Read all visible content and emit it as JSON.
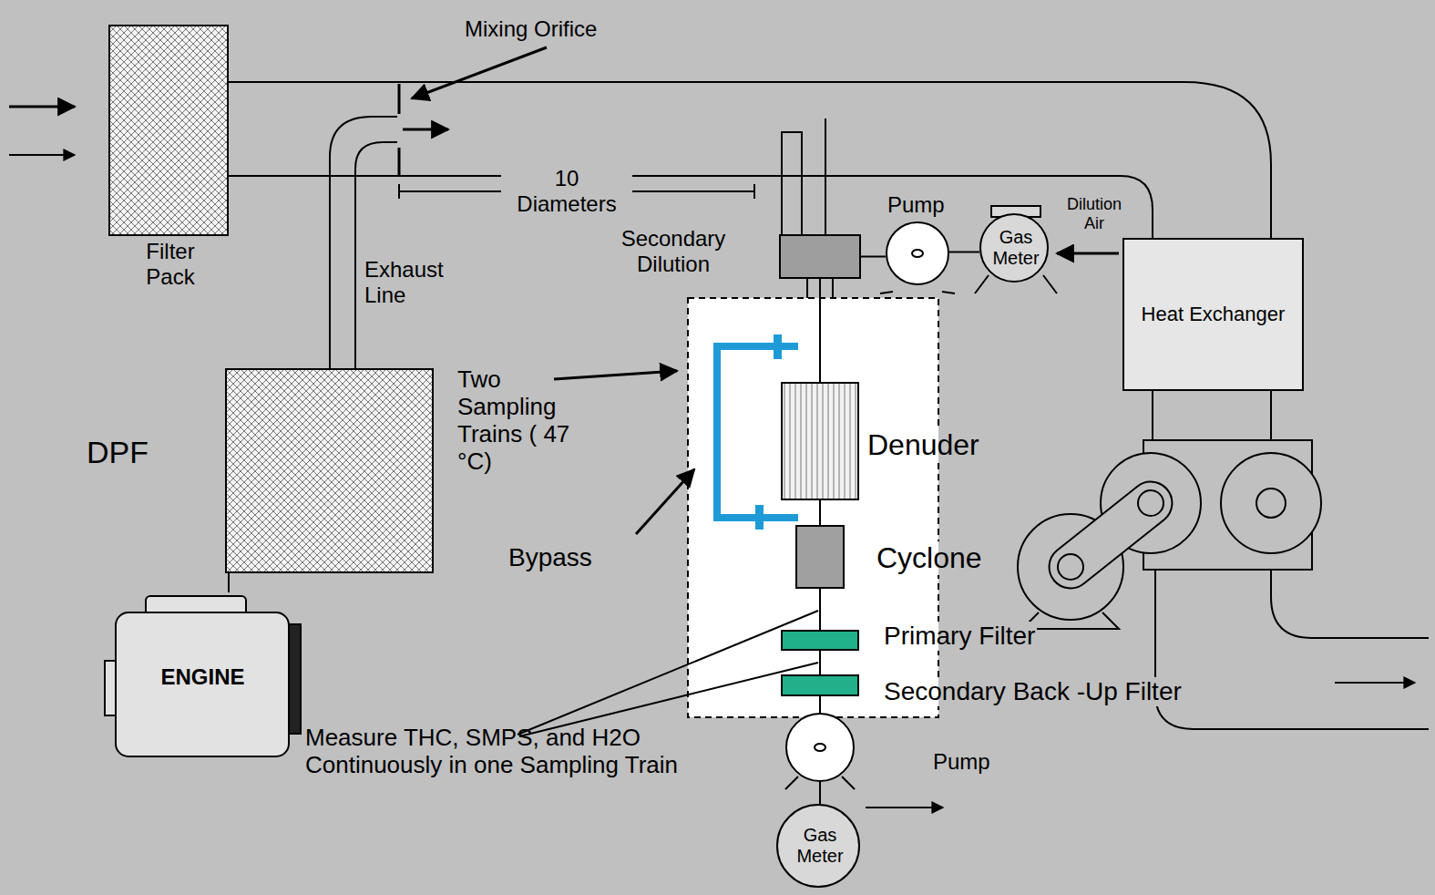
{
  "diagram": {
    "nodes": [
      {
        "text": [
          "Filter Pack"
        ]
      },
      {
        "text": [
          "Secondary Dilution"
        ]
      },
      {
        "text": [
          "Pump"
        ]
      },
      {
        "text": [
          "Gas Meter"
        ]
      },
      {
        "text": [
          "Heat Exchanger"
        ]
      },
      {
        "text": [
          "DPF"
        ]
      },
      {
        "text": [
          "Denuder"
        ]
      },
      {
        "text": [
          "Cyclone"
        ]
      },
      {
        "text": [
          "Primary Filter"
        ]
      },
      {
        "text": [
          "Secondary Back -Up Filter"
        ]
      },
      {
        "text": [
          "ENGINE"
        ]
      },
      {
        "text": [
          "Pump"
        ]
      },
      {
        "text": [
          "Gas Meter"
        ]
      }
    ],
    "edges": [
      {
        "from": 10,
        "to": 5,
        "arrow": "none"
      },
      {
        "from": 1,
        "to": 2,
        "arrow": "none"
      },
      {
        "from": 2,
        "to": 3,
        "arrow": "none"
      },
      {
        "from": 1,
        "to": 6,
        "arrow": "none"
      },
      {
        "from": 6,
        "to": 7,
        "arrow": "none"
      },
      {
        "from": 7,
        "to": 8,
        "arrow": "none"
      },
      {
        "from": 8,
        "to": 9,
        "arrow": "none"
      },
      {
        "from": 9,
        "to": 11,
        "arrow": "none"
      },
      {
        "from": 11,
        "to": 12,
        "arrow": "none"
      }
    ],
    "labels": [
      "Mixing Orifice",
      "10 Diameters",
      "Exhaust Line",
      "Dilution Air",
      "Two Sampling Trains ( 47 °C)",
      "Bypass",
      "Measure THC, SMPS, and H2O Continuously in one Sampling Train"
    ]
  }
}
